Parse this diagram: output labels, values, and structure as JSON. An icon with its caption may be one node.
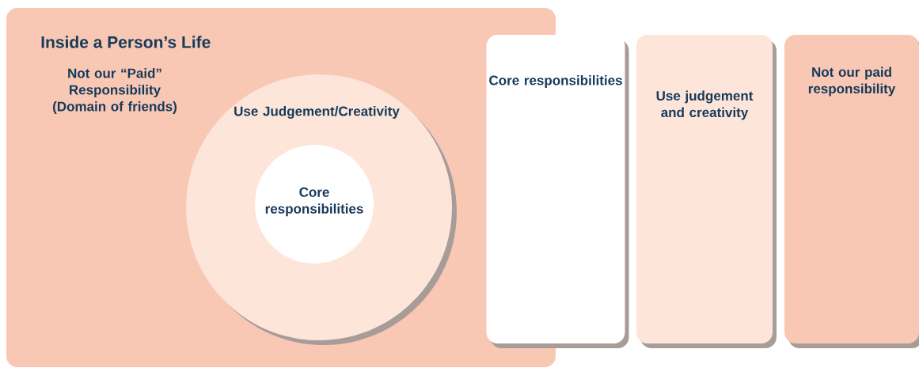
{
  "diagram": {
    "nodes": [
      {
        "text": [
          "Inside a Person’s Life",
          "Not our “Paid” Responsibility (Domain of friends)"
        ]
      },
      {
        "text": [
          "Use Judgement/Creativity"
        ],
        "in": 0
      },
      {
        "text": [
          "Core responsibilities"
        ],
        "in": 1
      },
      {
        "text": [
          "Core responsibilities"
        ]
      },
      {
        "text": [
          "Use judgement and creativity"
        ]
      },
      {
        "text": [
          "Not our paid responsibility"
        ]
      }
    ]
  }
}
